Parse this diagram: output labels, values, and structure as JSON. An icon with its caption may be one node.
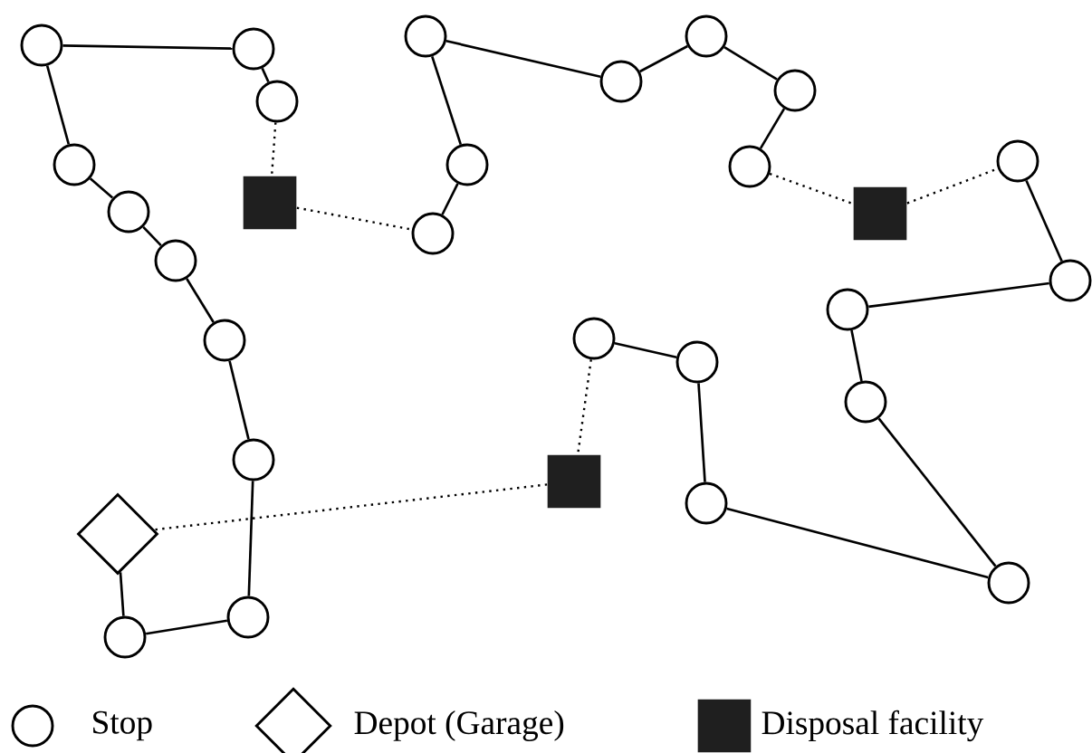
{
  "diagram": {
    "nodes": [
      {
        "text": [],
        "shape": "diamond"
      },
      {
        "text": [],
        "shape": "circle"
      },
      {
        "text": [],
        "shape": "circle"
      },
      {
        "text": [],
        "shape": "circle"
      },
      {
        "text": [],
        "shape": "circle"
      },
      {
        "text": [],
        "shape": "circle"
      },
      {
        "text": [],
        "shape": "circle"
      },
      {
        "text": [],
        "shape": "circle"
      },
      {
        "text": [],
        "shape": "circle"
      },
      {
        "text": [],
        "shape": "circle"
      },
      {
        "text": [],
        "shape": "circle"
      },
      {
        "text": [],
        "shape": "box"
      },
      {
        "text": [],
        "shape": "circle"
      },
      {
        "text": [],
        "shape": "circle"
      },
      {
        "text": [],
        "shape": "circle"
      },
      {
        "text": [],
        "shape": "circle"
      },
      {
        "text": [],
        "shape": "circle"
      },
      {
        "text": [],
        "shape": "circle"
      },
      {
        "text": [],
        "shape": "circle"
      },
      {
        "text": [],
        "shape": "box"
      },
      {
        "text": [],
        "shape": "circle"
      },
      {
        "text": [],
        "shape": "circle"
      },
      {
        "text": [],
        "shape": "circle"
      },
      {
        "text": [],
        "shape": "circle"
      },
      {
        "text": [],
        "shape": "circle"
      },
      {
        "text": [],
        "shape": "circle"
      },
      {
        "text": [],
        "shape": "circle"
      },
      {
        "text": [],
        "shape": "circle"
      },
      {
        "text": [],
        "shape": "box"
      }
    ],
    "edges": [
      {
        "from": 0,
        "to": 1,
        "arrow": "none"
      },
      {
        "from": 1,
        "to": 2,
        "arrow": "none"
      },
      {
        "from": 2,
        "to": 3,
        "arrow": "none"
      },
      {
        "from": 3,
        "to": 4,
        "arrow": "none"
      },
      {
        "from": 4,
        "to": 5,
        "arrow": "none"
      },
      {
        "from": 5,
        "to": 6,
        "arrow": "none"
      },
      {
        "from": 6,
        "to": 7,
        "arrow": "none"
      },
      {
        "from": 7,
        "to": 8,
        "arrow": "none"
      },
      {
        "from": 8,
        "to": 9,
        "arrow": "none"
      },
      {
        "from": 9,
        "to": 10,
        "arrow": "none"
      },
      {
        "from": 10,
        "to": 11,
        "arrow": "none",
        "style": "dashed"
      },
      {
        "from": 11,
        "to": 12,
        "arrow": "none",
        "style": "dashed"
      },
      {
        "from": 12,
        "to": 13,
        "arrow": "none"
      },
      {
        "from": 13,
        "to": 14,
        "arrow": "none"
      },
      {
        "from": 14,
        "to": 15,
        "arrow": "none"
      },
      {
        "from": 15,
        "to": 16,
        "arrow": "none"
      },
      {
        "from": 16,
        "to": 17,
        "arrow": "none"
      },
      {
        "from": 17,
        "to": 18,
        "arrow": "none"
      },
      {
        "from": 18,
        "to": 19,
        "arrow": "none",
        "style": "dashed"
      },
      {
        "from": 19,
        "to": 20,
        "arrow": "none",
        "style": "dashed"
      },
      {
        "from": 20,
        "to": 21,
        "arrow": "none"
      },
      {
        "from": 21,
        "to": 22,
        "arrow": "none"
      },
      {
        "from": 22,
        "to": 23,
        "arrow": "none"
      },
      {
        "from": 23,
        "to": 24,
        "arrow": "none"
      },
      {
        "from": 24,
        "to": 25,
        "arrow": "none"
      },
      {
        "from": 25,
        "to": 26,
        "arrow": "none"
      },
      {
        "from": 26,
        "to": 27,
        "arrow": "none"
      },
      {
        "from": 27,
        "to": 28,
        "arrow": "none",
        "style": "dashed"
      },
      {
        "from": 28,
        "to": 0,
        "arrow": "none",
        "style": "dashed"
      }
    ],
    "legend": [
      {
        "text": "Stop"
      },
      {
        "text": "Depot (Garage)"
      },
      {
        "text": "Disposal facility"
      }
    ]
  }
}
